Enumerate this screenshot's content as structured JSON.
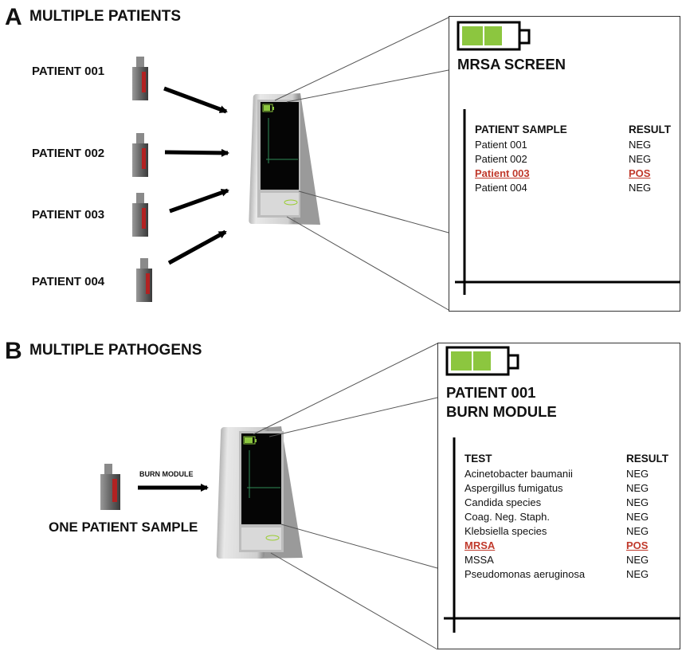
{
  "panel_a": {
    "letter": "A",
    "title": "MULTIPLE PATIENTS",
    "patients": [
      {
        "label": "PATIENT 001"
      },
      {
        "label": "PATIENT 002"
      },
      {
        "label": "PATIENT 003"
      },
      {
        "label": "PATIENT 004"
      }
    ],
    "screen": {
      "title": "MRSA SCREEN",
      "col1": "PATIENT SAMPLE",
      "col2": "RESULT",
      "rows": [
        {
          "name": "Patient 001",
          "result": "NEG",
          "positive": false
        },
        {
          "name": "Patient 002",
          "result": "NEG",
          "positive": false
        },
        {
          "name": "Patient 003",
          "result": "POS",
          "positive": true
        },
        {
          "name": "Patient 004",
          "result": "NEG",
          "positive": false
        }
      ]
    }
  },
  "panel_b": {
    "letter": "B",
    "title": "MULTIPLE PATHOGENS",
    "arrow_label": "BURN MODULE",
    "sample_label": "ONE PATIENT SAMPLE",
    "screen": {
      "title_line1": "PATIENT 001",
      "title_line2": "BURN MODULE",
      "col1": "TEST",
      "col2": "RESULT",
      "rows": [
        {
          "name": "Acinetobacter baumanii",
          "result": "NEG",
          "positive": false
        },
        {
          "name": "Aspergillus fumigatus",
          "result": "NEG",
          "positive": false
        },
        {
          "name": "Candida species",
          "result": "NEG",
          "positive": false
        },
        {
          "name": "Coag. Neg. Staph.",
          "result": "NEG",
          "positive": false
        },
        {
          "name": "Klebsiella species",
          "result": "NEG",
          "positive": false
        },
        {
          "name": "MRSA",
          "result": "POS",
          "positive": true
        },
        {
          "name": "MSSA",
          "result": "NEG",
          "positive": false
        },
        {
          "name": "Pseudomonas aeruginosa",
          "result": "NEG",
          "positive": false
        }
      ]
    }
  },
  "colors": {
    "battery_green": "#8cc63f",
    "positive_red": "#c0392b",
    "device_screen": "#050505",
    "vial_red": "#b22222"
  }
}
